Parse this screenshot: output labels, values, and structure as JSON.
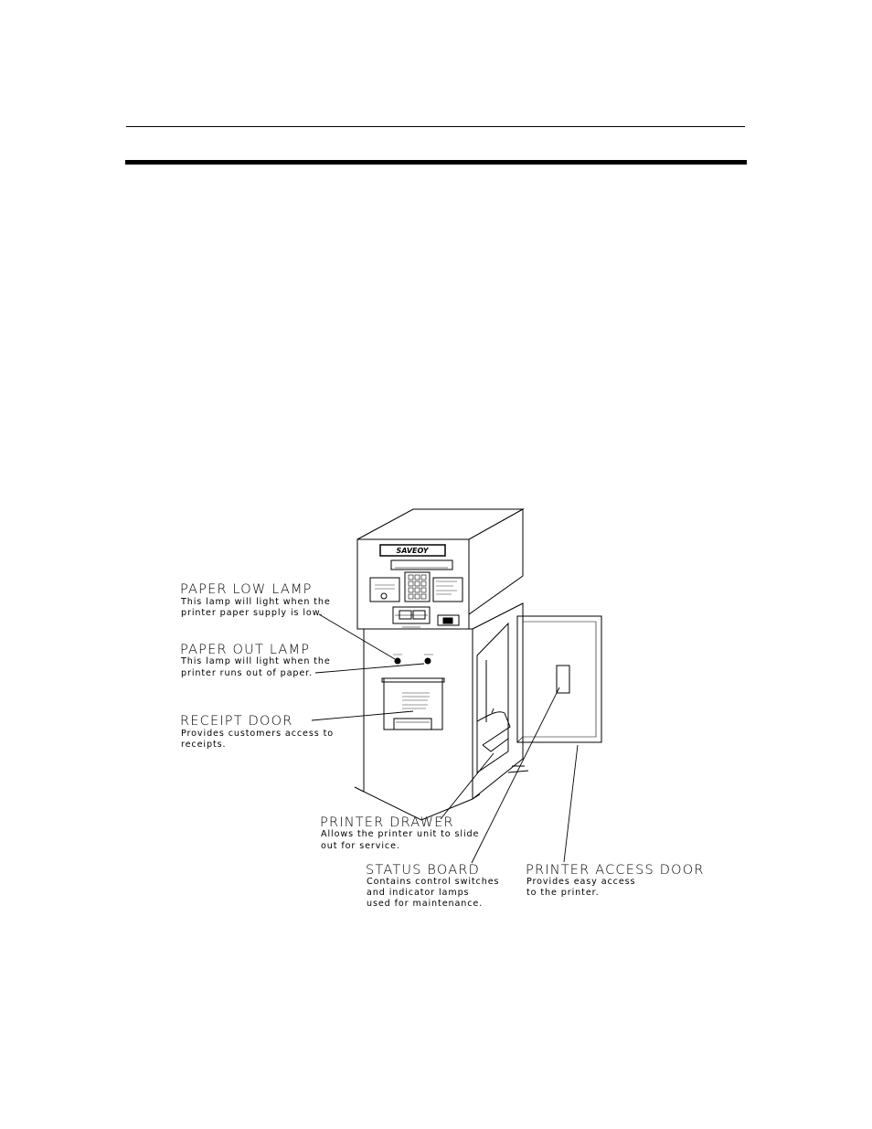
{
  "brand_logo": "SAVEOY",
  "callouts": {
    "paper_low": {
      "title": "PAPER LOW LAMP",
      "desc1": "This lamp will light when the",
      "desc2": "printer paper supply is low."
    },
    "paper_out": {
      "title": "PAPER OUT LAMP",
      "desc1": "This lamp will light when the",
      "desc2": "printer runs out of paper."
    },
    "receipt_door": {
      "title": "RECEIPT DOOR",
      "desc1": "Provides customers access to",
      "desc2": "receipts."
    },
    "printer_drawer": {
      "title": "PRINTER DRAWER",
      "desc1": "Allows the printer unit to slide",
      "desc2": "out for service."
    },
    "status_board": {
      "title": "STATUS BOARD",
      "desc1": "Contains control switches",
      "desc2": "and indicator lamps",
      "desc3": "used for maintenance."
    },
    "printer_access_door": {
      "title": "PRINTER ACCESS DOOR",
      "desc1": "Provides easy access",
      "desc2": "to the printer."
    }
  },
  "colors": {
    "ink": "#000000",
    "paper": "#ffffff"
  }
}
